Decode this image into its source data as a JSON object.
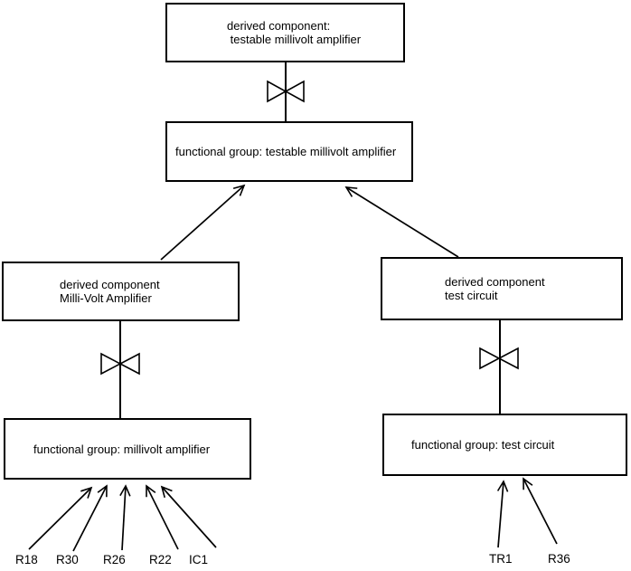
{
  "colors": {
    "background": "#ffffff",
    "line": "#000000",
    "text": "#000000"
  },
  "boxes": {
    "top_derived": {
      "line1": "derived component:",
      "line2": " testable millivolt amplifier"
    },
    "top_fg": {
      "text": "functional group: testable millivolt amplifier"
    },
    "left_derived": {
      "line1": "derived component",
      "line2": "Milli-Volt Amplifier"
    },
    "left_fg": {
      "text": "functional group: millivolt amplifier"
    },
    "right_derived": {
      "line1": "derived component",
      "line2": "test circuit"
    },
    "right_fg": {
      "text": "functional group: test circuit"
    }
  },
  "leaves": {
    "left": [
      "R18",
      "R30",
      "R26",
      "R22",
      "IC1"
    ],
    "right": [
      "TR1",
      "R36"
    ]
  }
}
